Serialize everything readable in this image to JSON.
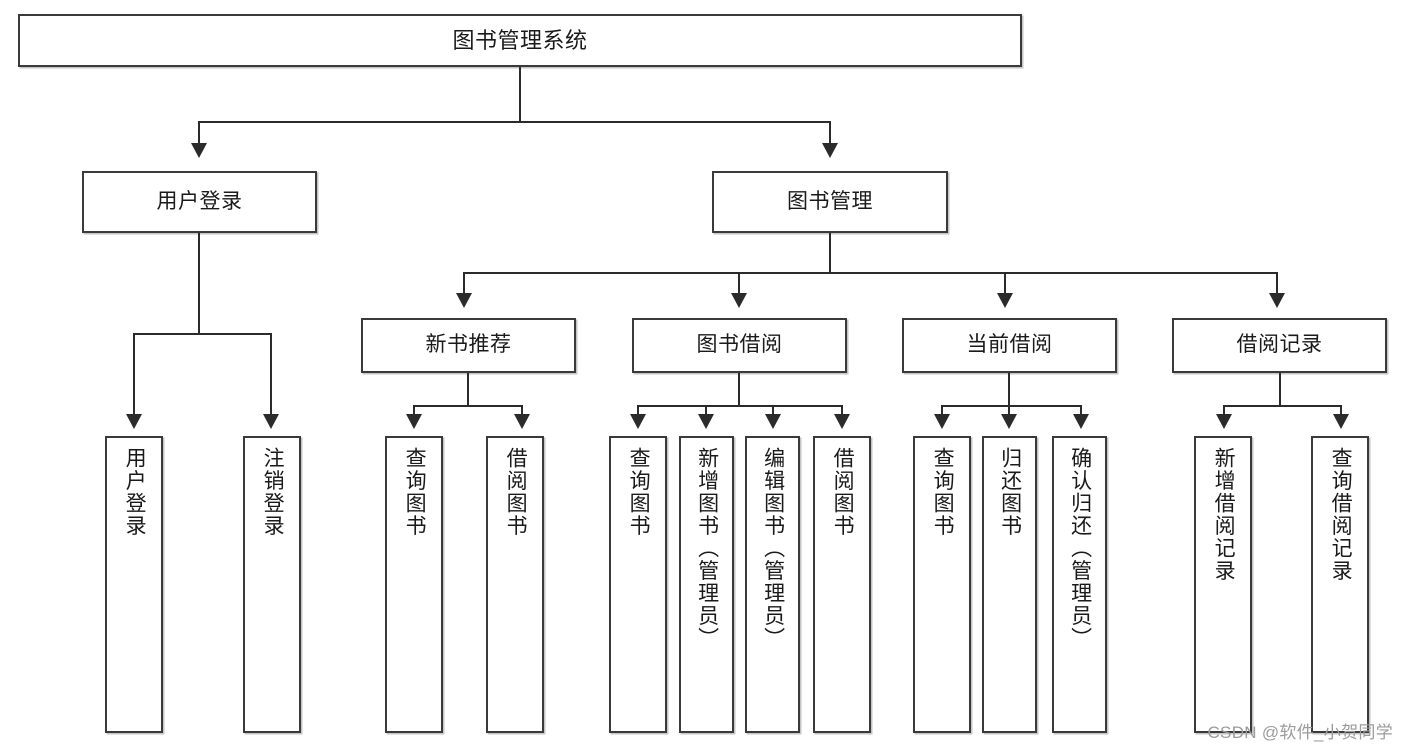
{
  "diagram": {
    "title": "图书管理系统",
    "type": "tree",
    "watermark": "CSDN @软件_小贺同学",
    "colors": {
      "box_border": "#3a3a3a",
      "connector": "#2b2b2b",
      "background": "#ffffff",
      "text": "#1a1a1a",
      "watermark": "#9b9b9b"
    },
    "nodes": {
      "root": {
        "label": "图书管理系统"
      },
      "level2": [
        {
          "id": "user-login",
          "label": "用户登录"
        },
        {
          "id": "book-management",
          "label": "图书管理"
        }
      ],
      "level3": [
        {
          "id": "new-book-recommend",
          "label": "新书推荐"
        },
        {
          "id": "book-borrow",
          "label": "图书借阅"
        },
        {
          "id": "current-borrow",
          "label": "当前借阅"
        },
        {
          "id": "borrow-record",
          "label": "借阅记录"
        }
      ],
      "leaves": [
        {
          "id": "leaf-user-login",
          "label": "用户登录",
          "parent": "user-login"
        },
        {
          "id": "leaf-logout",
          "label": "注销登录",
          "parent": "user-login"
        },
        {
          "id": "leaf-query-book-1",
          "label": "查询图书",
          "parent": "new-book-recommend"
        },
        {
          "id": "leaf-borrow-book-1",
          "label": "借阅图书",
          "parent": "new-book-recommend"
        },
        {
          "id": "leaf-query-book-2",
          "label": "查询图书",
          "parent": "book-borrow"
        },
        {
          "id": "leaf-add-book",
          "label": "新增图书（管理员）",
          "parent": "book-borrow"
        },
        {
          "id": "leaf-edit-book",
          "label": "编辑图书（管理员）",
          "parent": "book-borrow"
        },
        {
          "id": "leaf-borrow-book-2",
          "label": "借阅图书",
          "parent": "book-borrow"
        },
        {
          "id": "leaf-query-book-3",
          "label": "查询图书",
          "parent": "current-borrow"
        },
        {
          "id": "leaf-return-book",
          "label": "归还图书",
          "parent": "current-borrow"
        },
        {
          "id": "leaf-confirm-return",
          "label": "确认归还（管理员）",
          "parent": "current-borrow"
        },
        {
          "id": "leaf-add-record",
          "label": "新增借阅记录",
          "parent": "borrow-record"
        },
        {
          "id": "leaf-query-record",
          "label": "查询借阅记录",
          "parent": "borrow-record"
        }
      ]
    }
  }
}
